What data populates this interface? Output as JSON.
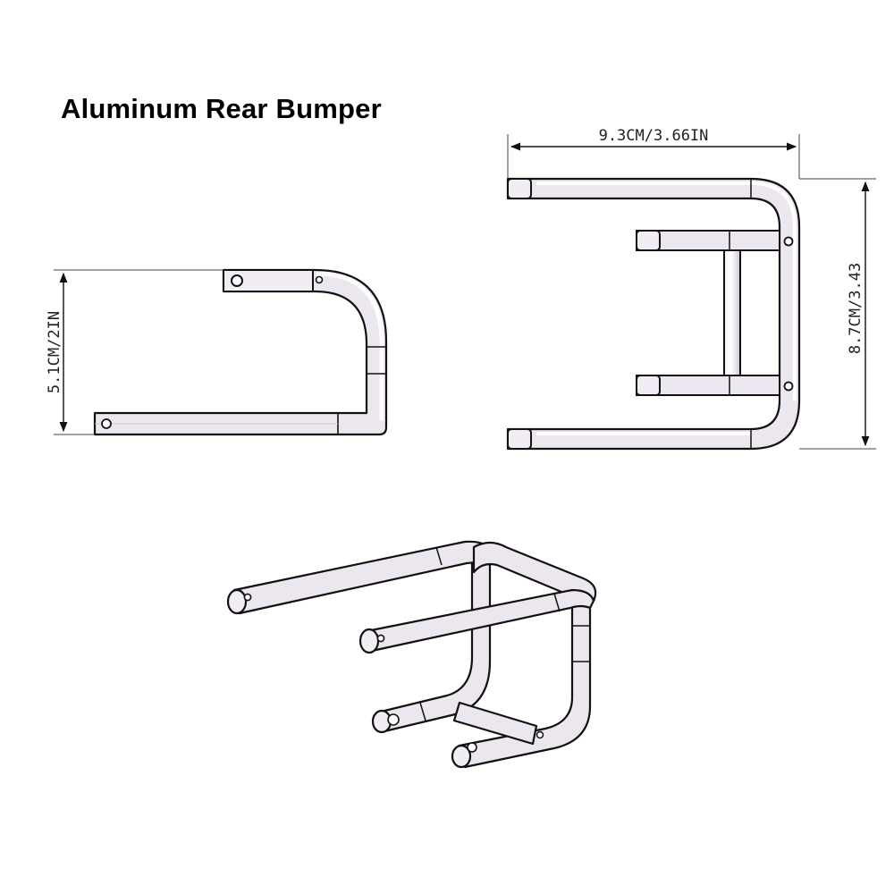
{
  "title": "Aluminum Rear Bumper",
  "dimensions": {
    "side_height": "5.1CM/2IN",
    "top_width": "9.3CM/3.66IN",
    "top_depth": "8.7CM/3.43"
  },
  "colors": {
    "tube_fill": "#ece6ef",
    "tube_highlight": "#ffffff",
    "outline": "#111111"
  }
}
